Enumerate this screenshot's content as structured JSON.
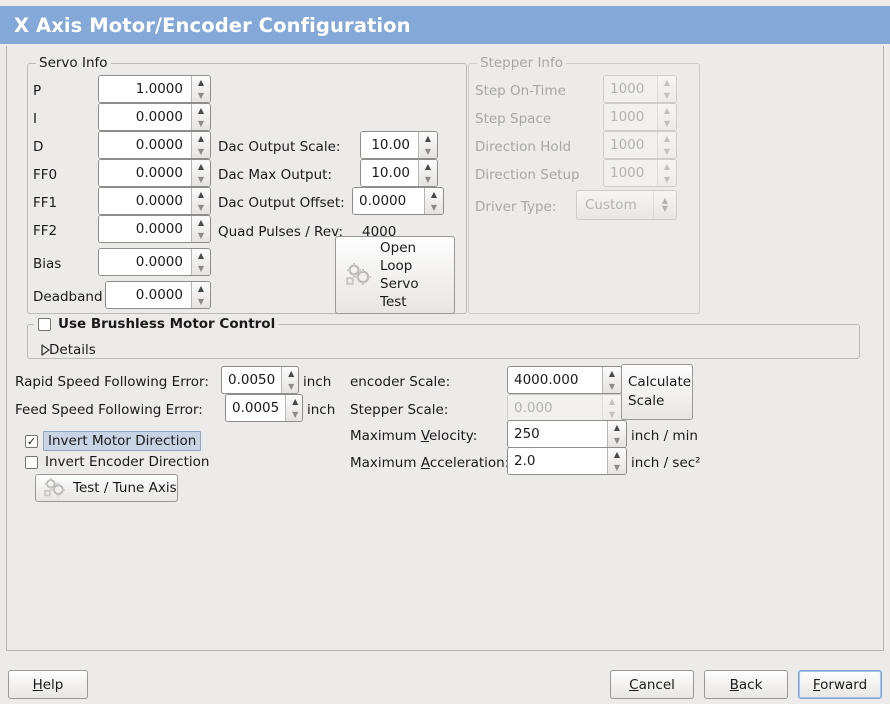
{
  "window": {
    "title": "X Axis Motor/Encoder Configuration",
    "title_bg": "#84a9d8",
    "title_fg": "#ffffff",
    "panel_bg": "#edebe9"
  },
  "servo_info": {
    "legend": "Servo Info",
    "fields": [
      {
        "label": "P",
        "value": "1.0000"
      },
      {
        "label": "I",
        "value": "0.0000"
      },
      {
        "label": "D",
        "value": "0.0000"
      },
      {
        "label": "FF0",
        "value": "0.0000"
      },
      {
        "label": "FF1",
        "value": "0.0000"
      },
      {
        "label": "FF2",
        "value": "0.0000"
      },
      {
        "label": "Bias",
        "value": "0.0000"
      },
      {
        "label": "Deadband",
        "value": "0.0000"
      }
    ],
    "dac": [
      {
        "label": "Dac Output Scale:",
        "value": "10.00"
      },
      {
        "label": "Dac Max Output:",
        "value": "10.00"
      },
      {
        "label": "Dac Output Offset:",
        "value": "0.0000"
      }
    ],
    "quad_pulses_label": "Quad Pulses / Rev:",
    "quad_pulses_value": "4000",
    "open_loop_button": "Open\nLoop\nServo\nTest",
    "open_loop_lines": [
      "Open",
      "Loop",
      "Servo",
      "Test"
    ]
  },
  "stepper_info": {
    "legend": "Stepper Info",
    "disabled": true,
    "fields": [
      {
        "label": "Step On-Time",
        "value": "1000"
      },
      {
        "label": "Step Space",
        "value": "1000"
      },
      {
        "label": "Direction Hold",
        "value": "1000"
      },
      {
        "label": "Direction Setup",
        "value": "1000"
      }
    ],
    "driver_type_label": "Driver Type:",
    "driver_type_value": "Custom"
  },
  "brushless": {
    "checkbox_label": "Use Brushless Motor Control",
    "checked": false,
    "details_label": "Details",
    "details_expanded": false
  },
  "following_error": {
    "rapid_label": "Rapid Speed Following Error:",
    "rapid_value": "0.0050",
    "rapid_unit": "inch",
    "feed_label": "Feed Speed Following Error:",
    "feed_value": "0.0005",
    "feed_unit": "inch"
  },
  "direction": {
    "invert_motor_label": "Invert Motor Direction",
    "invert_motor_checked": true,
    "invert_motor_focused": true,
    "invert_encoder_label": "Invert Encoder Direction",
    "invert_encoder_checked": false,
    "test_tune_button": "Test / Tune Axis"
  },
  "scales": {
    "encoder_scale_label": "encoder Scale:",
    "encoder_scale_value": "4000.000",
    "stepper_scale_label": "Stepper Scale:",
    "stepper_scale_value": "0.000",
    "stepper_scale_disabled": true,
    "calculate_button_lines": [
      "Calculate",
      "Scale"
    ],
    "max_velocity_label_pre": "Maximum ",
    "max_velocity_label_mn": "V",
    "max_velocity_label_post": "elocity:",
    "max_velocity_value": "250",
    "max_velocity_unit": "inch / min",
    "max_accel_label_pre": "Maximum ",
    "max_accel_label_mn": "A",
    "max_accel_label_post": "cceleration:",
    "max_accel_value": "2.0",
    "max_accel_unit": "inch / sec²"
  },
  "actions": {
    "help_mn": "H",
    "help_rest": "elp",
    "cancel_mn": "C",
    "cancel_rest": "ancel",
    "back_mn": "B",
    "back_rest": "ack",
    "forward_mn": "F",
    "forward_rest": "orward",
    "focused_button": "forward"
  },
  "icons": {
    "gears": "gears-icon",
    "spin_up": "▲",
    "spin_down": "▼",
    "check": "✓"
  }
}
